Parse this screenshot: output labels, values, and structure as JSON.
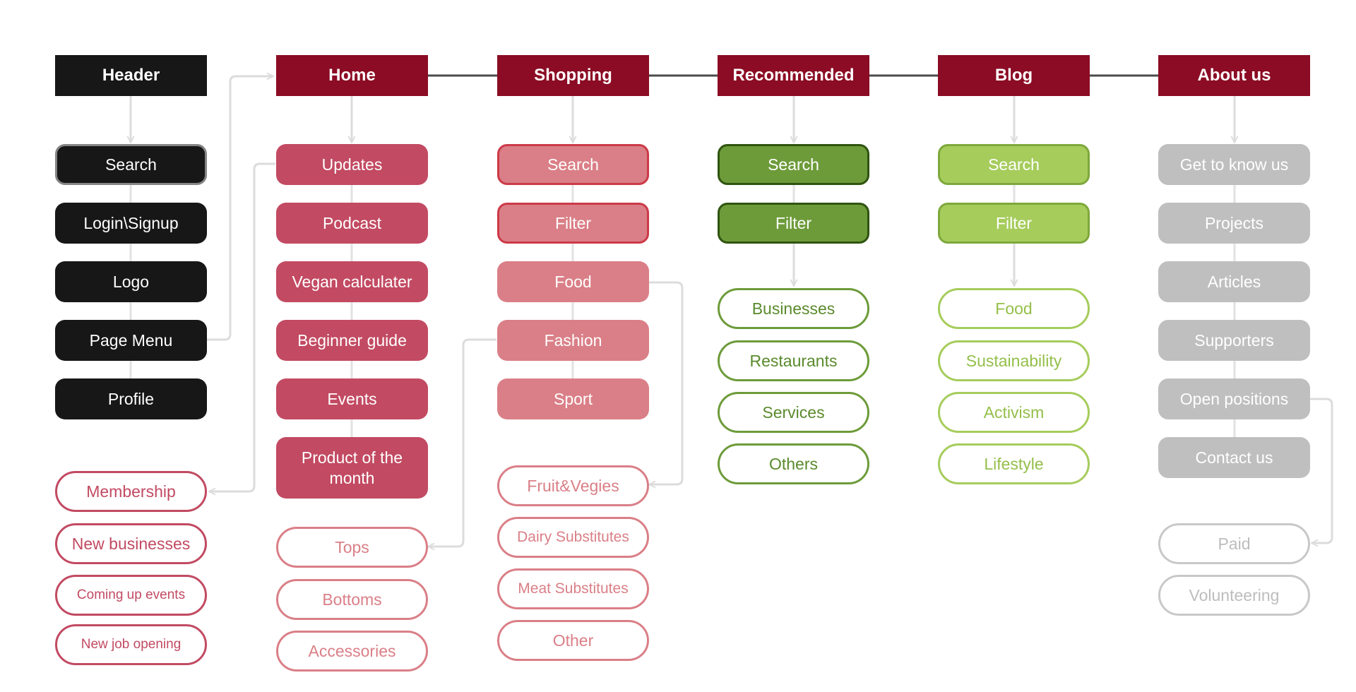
{
  "columns": [
    {
      "header": "Header",
      "items": [
        "Search",
        "Login\\Signup",
        "Logo",
        "Page Menu",
        "Profile"
      ],
      "subitems": [
        "Membership",
        "New businesses",
        "Coming up events",
        "New job opening"
      ]
    },
    {
      "header": "Home",
      "items": [
        "Updates",
        "Podcast",
        "Vegan calculater",
        "Beginner guide",
        "Events",
        "Product of the month"
      ],
      "subitems": [
        "Tops",
        "Bottoms",
        "Accessories"
      ]
    },
    {
      "header": "Shopping",
      "items": [
        "Search",
        "Filter",
        "Food",
        "Fashion",
        "Sport"
      ],
      "subitems": [
        "Fruit&Vegies",
        "Dairy Substitutes",
        "Meat Substitutes",
        "Other"
      ]
    },
    {
      "header": "Recommended",
      "items": [
        "Search",
        "Filter"
      ],
      "subitems": [
        "Businesses",
        "Restaurants",
        "Services",
        "Others"
      ]
    },
    {
      "header": "Blog",
      "items": [
        "Search",
        "Filter"
      ],
      "subitems": [
        "Food",
        "Sustainability",
        "Activism",
        "Lifestyle"
      ]
    },
    {
      "header": "About us",
      "items": [
        "Get to know us",
        "Projects",
        "Articles",
        "Supporters",
        "Open positions",
        "Contact us"
      ],
      "subitems": [
        "Paid",
        "Volunteering"
      ]
    }
  ],
  "colors": {
    "header_dark": "#171717",
    "header_red": "#8b0c24",
    "rose": "#c24a62",
    "pink": "#da7f87",
    "green": "#6d9b3a",
    "light_green": "#a6cc5c",
    "grey": "#bfbfbf",
    "connector": "#e0e0e0"
  }
}
